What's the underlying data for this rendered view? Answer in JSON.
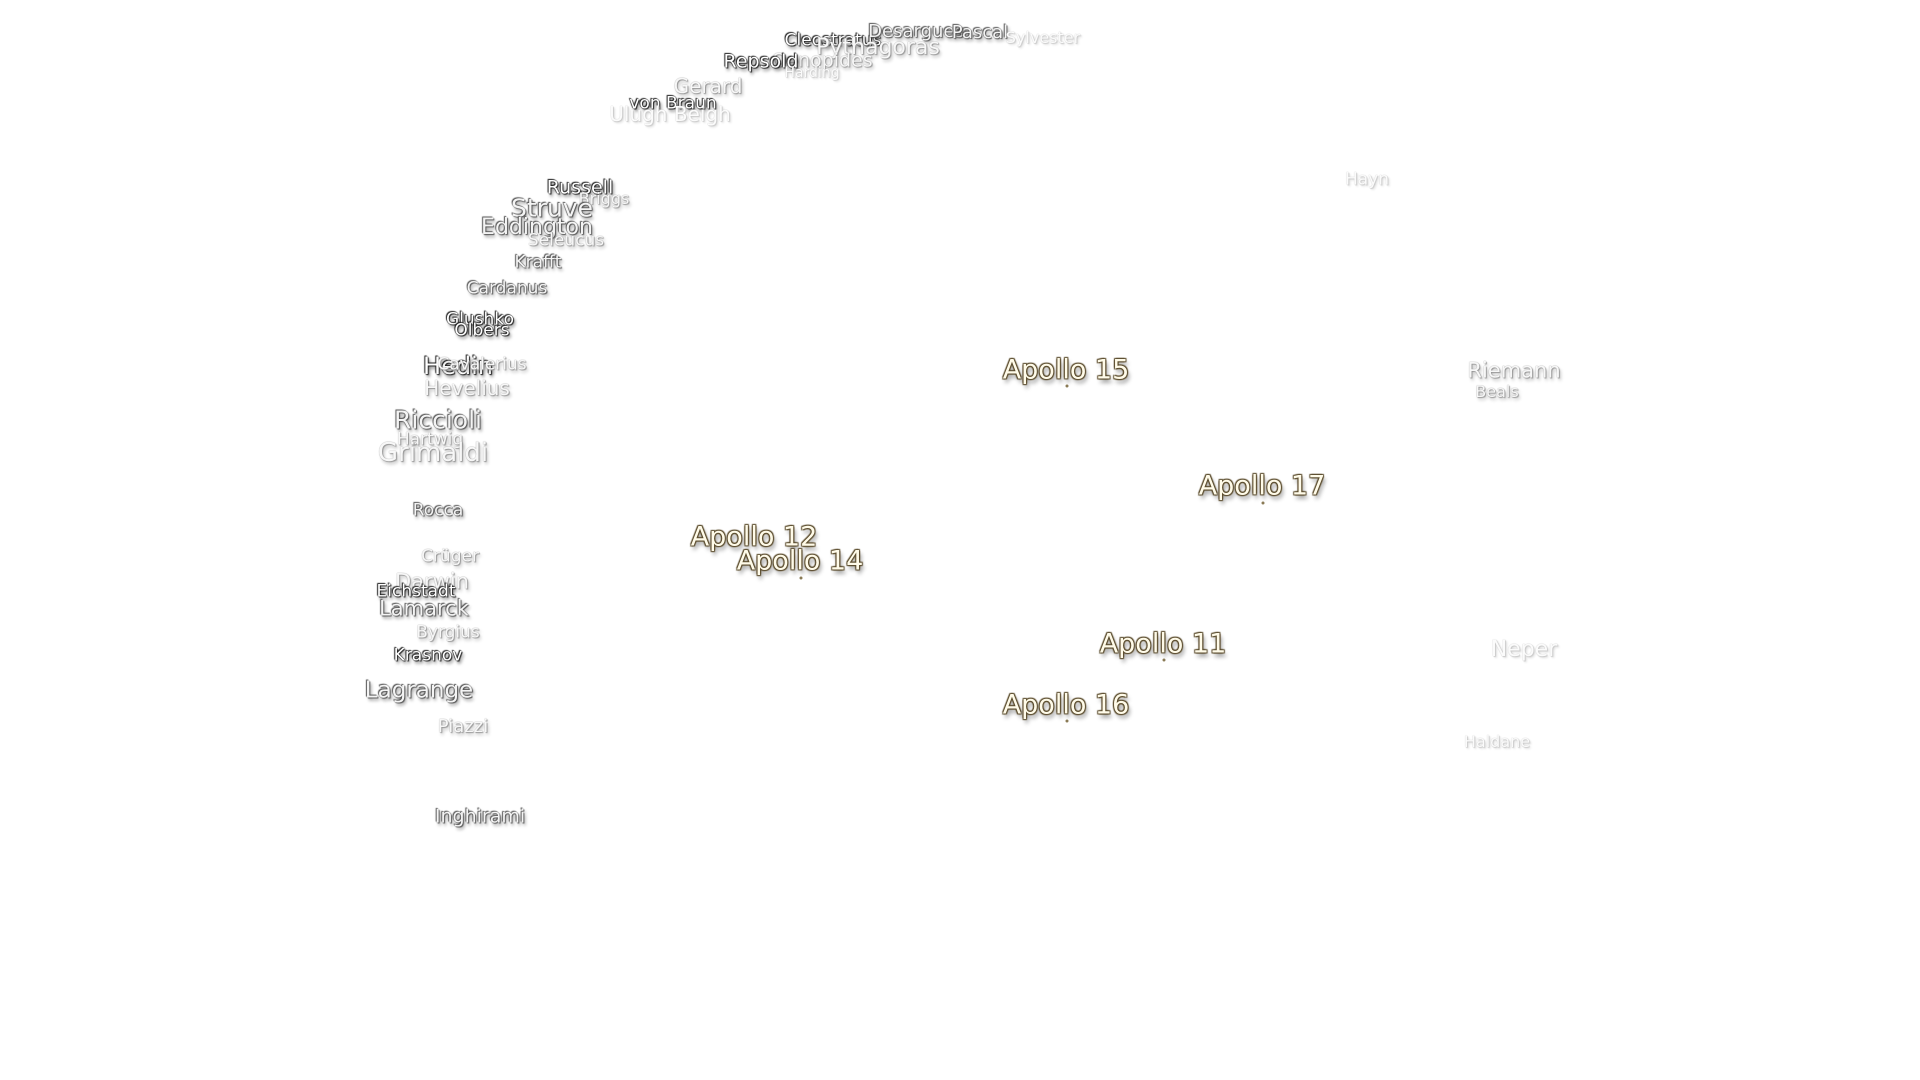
{
  "craters": [
    {
      "id": "cleostratus",
      "label": "Cleostratus",
      "tone": "near"
    },
    {
      "id": "desargues",
      "label": "Desargues",
      "tone": "mid"
    },
    {
      "id": "pascal",
      "label": "Pascal",
      "tone": "mid"
    },
    {
      "id": "sylvester",
      "label": "Sylvester",
      "tone": "faint"
    },
    {
      "id": "pythagoras",
      "label": "Pythagoras",
      "tone": "far"
    },
    {
      "id": "oenopides",
      "label": "Oenopides",
      "tone": "far"
    },
    {
      "id": "repsold",
      "label": "Repsold",
      "tone": "near"
    },
    {
      "id": "harding",
      "label": "Harding",
      "tone": "faint"
    },
    {
      "id": "gerard",
      "label": "Gerard",
      "tone": "far"
    },
    {
      "id": "von-braun",
      "label": "von Braun",
      "tone": "near"
    },
    {
      "id": "ulugh-beigh",
      "label": "Ulugh Beigh",
      "tone": "faint"
    },
    {
      "id": "russell",
      "label": "Russell",
      "tone": "near"
    },
    {
      "id": "briggs",
      "label": "Briggs",
      "tone": "far"
    },
    {
      "id": "struve",
      "label": "Struve",
      "tone": "mid"
    },
    {
      "id": "eddington",
      "label": "Eddington",
      "tone": "mid"
    },
    {
      "id": "seleucus",
      "label": "Seleucus",
      "tone": "far"
    },
    {
      "id": "krafft",
      "label": "Krafft",
      "tone": "mid"
    },
    {
      "id": "cardanus",
      "label": "Cardanus",
      "tone": "mid"
    },
    {
      "id": "glushko",
      "label": "Glushko",
      "tone": "near"
    },
    {
      "id": "olbers",
      "label": "Olbers",
      "tone": "near"
    },
    {
      "id": "hedin",
      "label": "Hedin",
      "tone": "near"
    },
    {
      "id": "cavalerius",
      "label": "Cavalerius",
      "tone": "far"
    },
    {
      "id": "hevelius",
      "label": "Hevelius",
      "tone": "far"
    },
    {
      "id": "riccioli",
      "label": "Riccioli",
      "tone": "mid"
    },
    {
      "id": "hartwig",
      "label": "Hartwig",
      "tone": "far"
    },
    {
      "id": "grimaldi",
      "label": "Grimaldi",
      "tone": "far"
    },
    {
      "id": "rocca",
      "label": "Rocca",
      "tone": "mid"
    },
    {
      "id": "cruger",
      "label": "Crüger",
      "tone": "far"
    },
    {
      "id": "darwin",
      "label": "Darwin",
      "tone": "far"
    },
    {
      "id": "eichstadt",
      "label": "Eichstadt",
      "tone": "near"
    },
    {
      "id": "lamarck",
      "label": "Lamarck",
      "tone": "mid"
    },
    {
      "id": "byrgius",
      "label": "Byrgius",
      "tone": "far"
    },
    {
      "id": "krasnov",
      "label": "Krasnov",
      "tone": "near"
    },
    {
      "id": "lagrange",
      "label": "Lagrange",
      "tone": "mid"
    },
    {
      "id": "piazzi",
      "label": "Piazzi",
      "tone": "far"
    },
    {
      "id": "inghirami",
      "label": "Inghirami",
      "tone": "mid"
    },
    {
      "id": "hayn",
      "label": "Hayn",
      "tone": "faint"
    },
    {
      "id": "riemann",
      "label": "Riemann",
      "tone": "far"
    },
    {
      "id": "beals",
      "label": "Beals",
      "tone": "far"
    },
    {
      "id": "neper",
      "label": "Neper",
      "tone": "faint"
    },
    {
      "id": "haldane",
      "label": "Haldane",
      "tone": "faint"
    }
  ],
  "landing_sites": [
    {
      "id": "apollo-15",
      "label": "Apollo 15"
    },
    {
      "id": "apollo-17",
      "label": "Apollo 17"
    },
    {
      "id": "apollo-12",
      "label": "Apollo 12"
    },
    {
      "id": "apollo-14",
      "label": "Apollo 14"
    },
    {
      "id": "apollo-11",
      "label": "Apollo 11"
    },
    {
      "id": "apollo-16",
      "label": "Apollo 16"
    }
  ]
}
